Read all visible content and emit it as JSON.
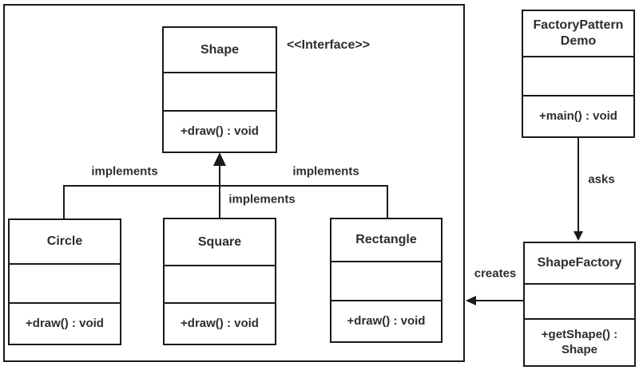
{
  "diagram": {
    "stereotype_label": "<<Interface>>",
    "relationship_labels": {
      "implements_left": "implements",
      "implements_center": "implements",
      "implements_right": "implements",
      "asks": "asks",
      "creates": "creates"
    },
    "classes": {
      "shape": {
        "name": "Shape",
        "method": "+draw() : void"
      },
      "circle": {
        "name": "Circle",
        "method": "+draw() : void"
      },
      "square": {
        "name": "Square",
        "method": "+draw() : void"
      },
      "rectangle": {
        "name": "Rectangle",
        "method": "+draw() : void"
      },
      "factory_pattern_demo": {
        "name_lines": [
          "FactoryPattern",
          "Demo"
        ],
        "method": "+main() : void"
      },
      "shape_factory": {
        "name": "ShapeFactory",
        "method_lines": [
          "+getShape() :",
          "Shape"
        ]
      }
    },
    "colors": {
      "line": "#1a1a1a",
      "text": "#2e2e2e",
      "background": "#ffffff"
    }
  }
}
